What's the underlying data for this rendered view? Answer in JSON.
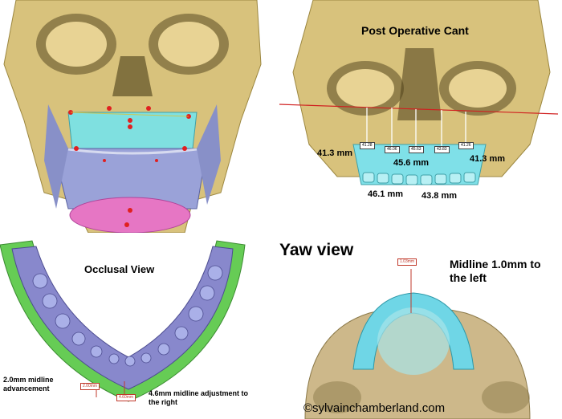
{
  "panels": {
    "front": {
      "colors": {
        "bone": "#d8c27c",
        "maxilla": "#7fe0e0",
        "mandible": "#9aa2d8",
        "chin": "#e676c4",
        "landmark": "#e02020"
      }
    },
    "cant": {
      "title": "Post Operative Cant",
      "measurements": {
        "left_outer": "41.3 mm",
        "center": "45.6 mm",
        "right_outer": "41.3 mm",
        "lower_left": "46.1 mm",
        "lower_right": "43.8 mm"
      },
      "tags": [
        "41.28",
        "46.06",
        "45.63",
        "43.83",
        "41.26"
      ],
      "colors": {
        "line": "#d02020",
        "maxilla": "#7fe0e8"
      }
    },
    "occlusal": {
      "title": "Occlusal View",
      "note_advancement": "2.0mm midline advancement",
      "note_adjustment": "4.6mm midline adjustment to the right",
      "tags": [
        "2.00mm",
        "4.60mm"
      ],
      "colors": {
        "green": "#66cc55",
        "purple": "#8888cc"
      }
    },
    "yaw": {
      "title": "Yaw view",
      "caption": "Midline 1.0mm to the left",
      "tag": "1.03mm",
      "watermark": "©sylvainchamberland.com",
      "colors": {
        "maxilla": "#6fd6e6",
        "bone": "#cdb88a"
      }
    }
  }
}
